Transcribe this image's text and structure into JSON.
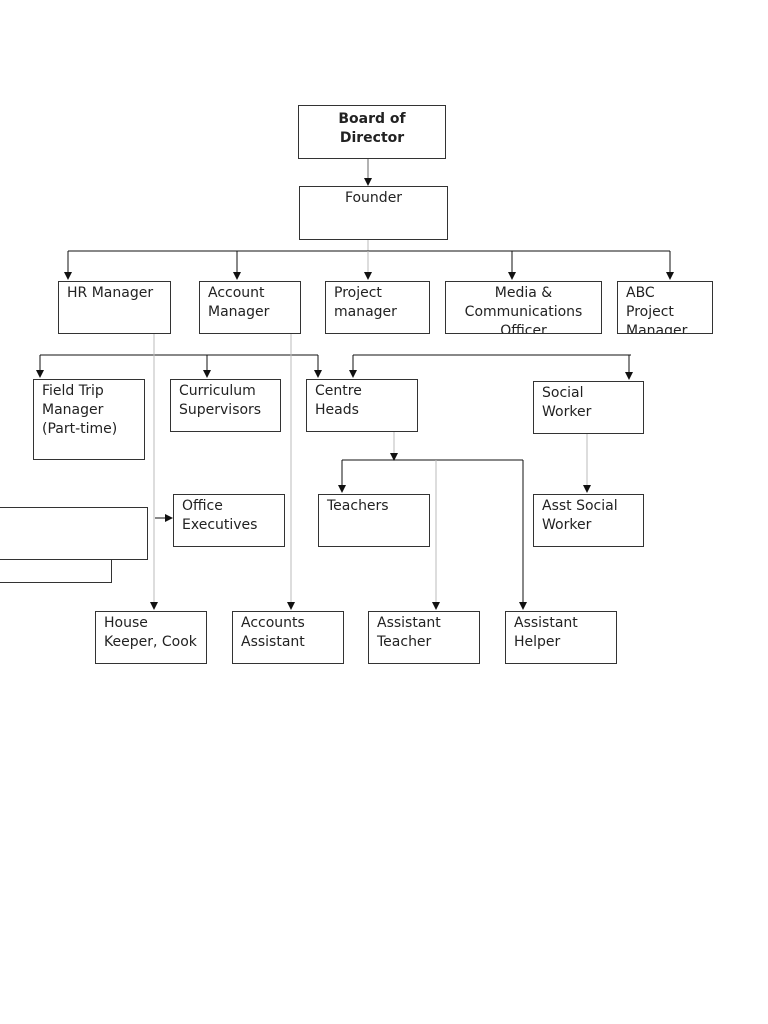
{
  "org_chart": {
    "board": "Board of\nDirector",
    "founder": "Founder",
    "hr_manager": "HR Manager",
    "account_manager": "Account\nManager",
    "project_manager": "Project\nmanager",
    "media_officer": "Media &\nCommunications\nOfficer",
    "abc_project_manager": "ABC\nProject\nManager",
    "field_trip_manager": "Field Trip\nManager\n(Part-time)",
    "curriculum_supervisors": "Curriculum\nSupervisors",
    "centre_heads": "Centre\nHeads",
    "social_worker": "Social\nWorker",
    "office_executives": "Office\nExecutives",
    "teachers": "Teachers",
    "asst_social_worker": "Asst Social\nWorker",
    "house_keeper": "House\nKeeper, Cook",
    "accounts_assistant": "Accounts\nAssistant",
    "assistant_teacher": "Assistant\nTeacher",
    "assistant_helper": "Assistant\nHelper"
  }
}
